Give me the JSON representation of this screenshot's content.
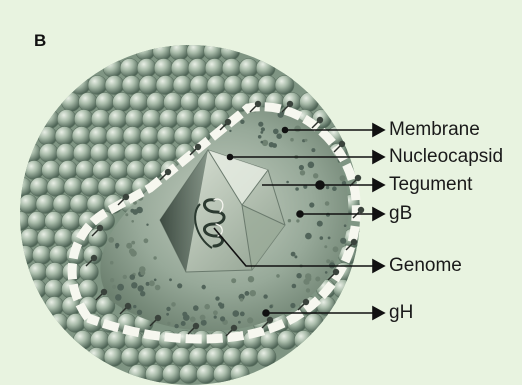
{
  "figure": {
    "panel_letter": "B",
    "labels": {
      "membrane": "Membrane",
      "nucleocapsid": "Nucleocapsid",
      "tegument": "Tegument",
      "gb": "gB",
      "genome": "Genome",
      "gh": "gH"
    },
    "colors": {
      "background": "#e8f3e0",
      "sphere_face": "#9bb09e",
      "sphere_dark": "#4d6355",
      "cut_interior": "#9fb09f",
      "membrane_band": "#f6f7ef",
      "capsid_light": "#c7d0c3",
      "capsid_dark": "#5f6f64",
      "arrow": "#111111"
    }
  }
}
